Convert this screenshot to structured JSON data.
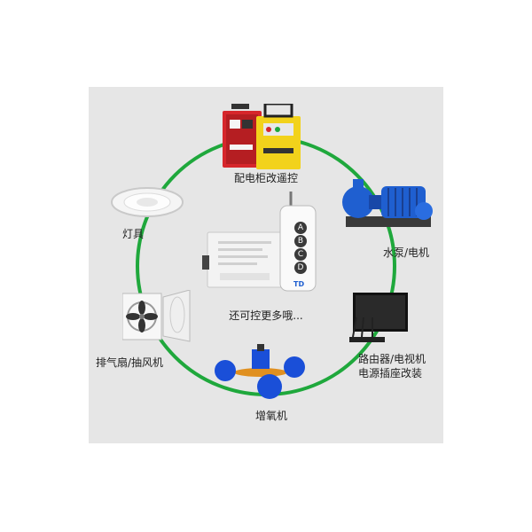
{
  "center": {
    "label": "还可控更多哦...",
    "remote_buttons": [
      "A",
      "B",
      "C",
      "D"
    ],
    "remote_logo": "TD"
  },
  "items": [
    {
      "label": "配电柜改遥控"
    },
    {
      "label": "水泵/电机"
    },
    {
      "label": "路由器/电视机"
    },
    {
      "label": "电源插座改装"
    },
    {
      "label": "增氧机"
    },
    {
      "label": "排气扇/抽风机"
    },
    {
      "label": "灯具"
    }
  ],
  "colors": {
    "ring": "#1fa83c",
    "panel": "#e6e6e6",
    "cabinet_red": "#d6262b",
    "cabinet_yellow": "#f2d21b",
    "pump_blue": "#1f5fd0",
    "float_blue": "#1a4fd8"
  }
}
